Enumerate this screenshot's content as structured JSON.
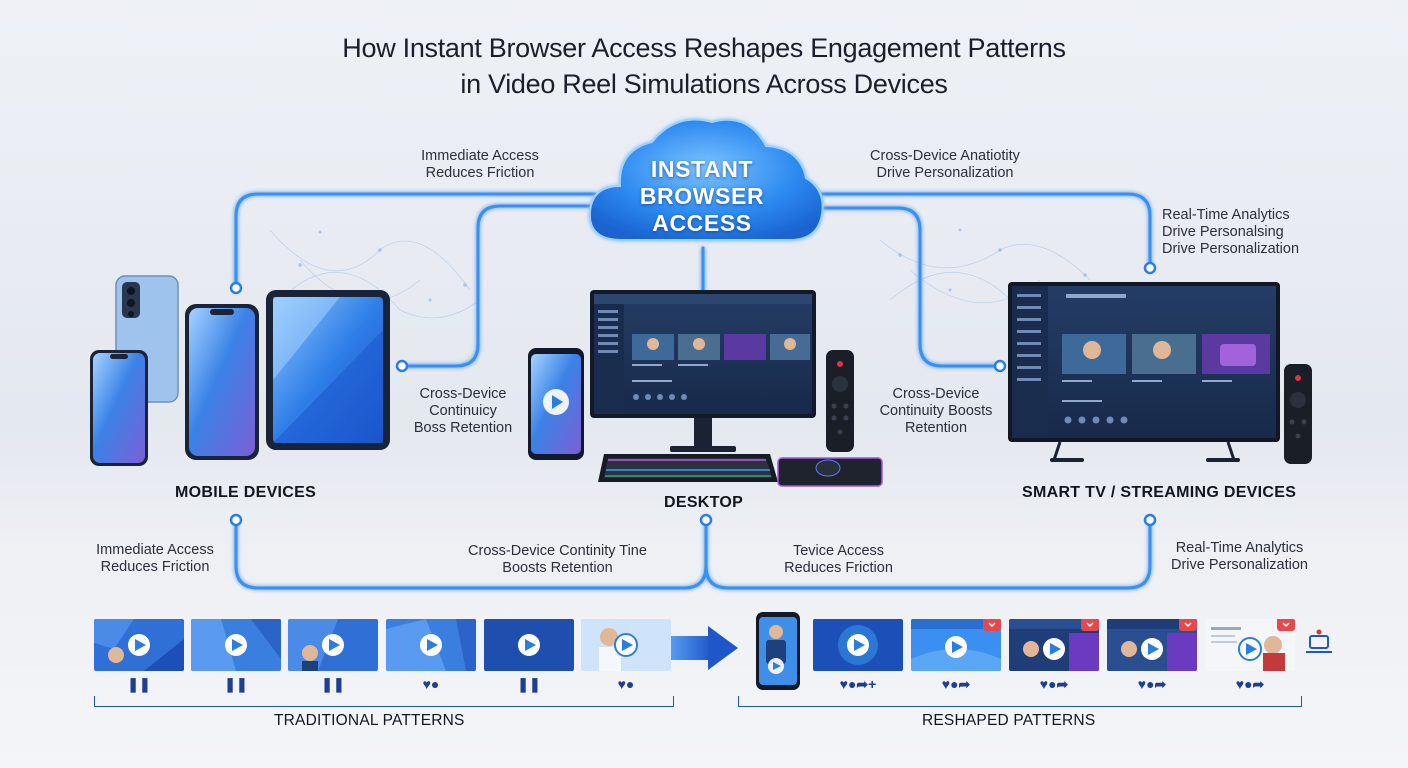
{
  "title": {
    "line1": "How Instant Browser Access Reshapes Engagement Patterns",
    "line2": "in Video Reel Simulations Across Devices"
  },
  "hub": {
    "line1": "INSTANT",
    "line2": "BROWSER",
    "line3": "ACCESS"
  },
  "labels": {
    "top_left": [
      "Immediate Access",
      "Reduces Friction"
    ],
    "top_right": [
      "Cross-Device Anatiotity",
      "Drive Personalization"
    ],
    "far_right": [
      "Real-Time Analytics",
      "Drive Personalsing",
      "Drive Personalization"
    ],
    "mid_left": [
      "Cross-Device",
      "Continuicy",
      "Boss Retention"
    ],
    "mid_right": [
      "Cross-Device",
      "Continuity Boosts",
      "Retention"
    ],
    "bottom_left": [
      "Immediate Access",
      "Reduces Friction"
    ],
    "bottom_center_left": [
      "Cross-Device Continity Tine",
      "Boosts Retention"
    ],
    "bottom_center_right": [
      "Tevice Access",
      "Reduces Friction"
    ],
    "bottom_right": [
      "Real-Time Analytics",
      "Drive Personalization"
    ]
  },
  "devices": {
    "mobile": "MOBILE DEVICES",
    "desktop": "DESKTOP",
    "tv": "SMART TV / STREAMING DEVICES"
  },
  "patterns": {
    "traditional": "TRADITIONAL PATTERNS",
    "reshaped": "RESHAPED PATTERNS",
    "traditional_icons": [
      "❚❚",
      "❚❚",
      "❚❚",
      "♥●",
      "❚❚",
      "♥●"
    ],
    "reshaped_icons": [
      "♥●➦+",
      "♥●➦",
      "♥●➦",
      "♥●➦",
      "♥●➦"
    ]
  },
  "colors": {
    "accent": "#2a7de1",
    "line": "#3a8ff0",
    "dark_blue": "#1d3f8f",
    "screen": "#1d3358"
  }
}
